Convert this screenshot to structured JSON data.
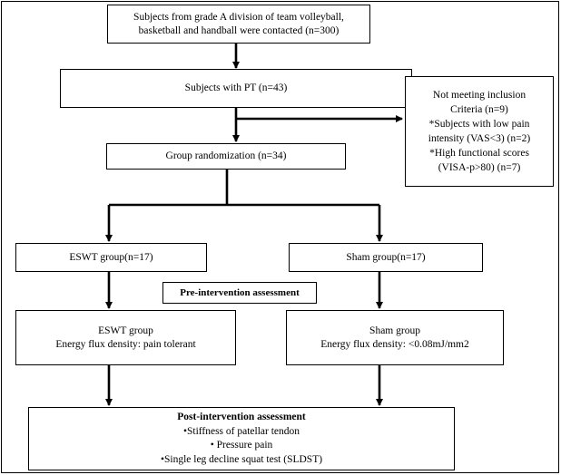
{
  "flowchart": {
    "contacted": {
      "lines": [
        "Subjects from grade A division of team volleyball,",
        "basketball and handball were contacted (n=300)"
      ]
    },
    "with_pt": {
      "label": "Subjects with PT (n=43)"
    },
    "exclusion": {
      "lines": [
        "Not meeting inclusion",
        "Criteria  (n=9)",
        "*Subjects with low pain",
        "intensity  (VAS<3) (n=2)",
        "*High functional scores",
        "(VISA-p>80) (n=7)"
      ]
    },
    "randomization": {
      "label": "Group randomization  (n=34)"
    },
    "eswt_group": {
      "label": "ESWT group(n=17)"
    },
    "sham_group": {
      "label": "Sham group(n=17)"
    },
    "pre_assessment": {
      "label": "Pre-intervention assessment"
    },
    "eswt_detail": {
      "lines": [
        "ESWT group",
        "Energy flux density: pain tolerant"
      ]
    },
    "sham_detail": {
      "lines": [
        "Sham group",
        "Energy flux density:  <0.08mJ/mm2"
      ]
    },
    "post_assessment": {
      "title": "Post-intervention assessment",
      "items": [
        "•Stiffness of patellar tendon",
        "• Pressure pain",
        "•Single leg decline squat test (SLDST)"
      ]
    }
  }
}
